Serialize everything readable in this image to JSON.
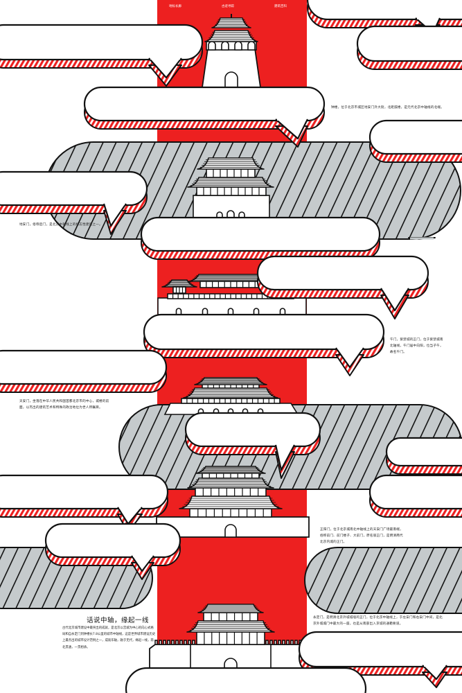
{
  "colors": {
    "red": "#ed2020",
    "gray": "#c5cacc",
    "ink": "#111111",
    "paper": "#ffffff"
  },
  "nav": {
    "items": [
      "地标长廊",
      "古迹寻踪",
      "建筑百科"
    ]
  },
  "notes": {
    "bell_tower": "钟楼，位于北京市城区地安门外大街，北距鼓楼，是元代北京中轴线的北端。",
    "dianmen": "地安门，俗称后门，是北京中轴线上的标志性建筑之一。",
    "meridian_gate": "午门，紫禁城的正门，位于紫禁城南北轴线，午门居中向阳，位当子午，故名午门。",
    "tiananmen": "天安门，坐落在中华人民共和国首都北京市的中心，城楼的前面，以杰出的建筑艺术和特殊的政治地位为世人所瞩目。",
    "zhengyangmen": "正阳门，位于北京城南北中轴线上的天安门广场最南端，俗称前门、前门楼子、大前门，原名丽正门，是明清两代北京内城的正门。",
    "yongdingmen": "永定门，是明清北京外城城墙的正门，位于北京中轴线上，于左安门和右安门中间，是北京外城城门中最大的一座，也是从南部出入京城的通衢要道。"
  },
  "title": "话说中轴，缘起一线",
  "intro": "古代北京城市建设中最突出的成就，是北京以宫城为中心的向心式格局和自永定门到钟楼长7.8公里的城市中轴线，这是世界城市建设历史上最杰出的城市设计范例之一，成就华轴，融于无代，缘起一线，南北贯通，一贯相承。",
  "icons": [
    "bell-tower-icon",
    "drum-tower-icon",
    "meridian-gate-icon",
    "tiananmen-icon",
    "zhengyangmen-icon",
    "yongdingmen-icon"
  ]
}
